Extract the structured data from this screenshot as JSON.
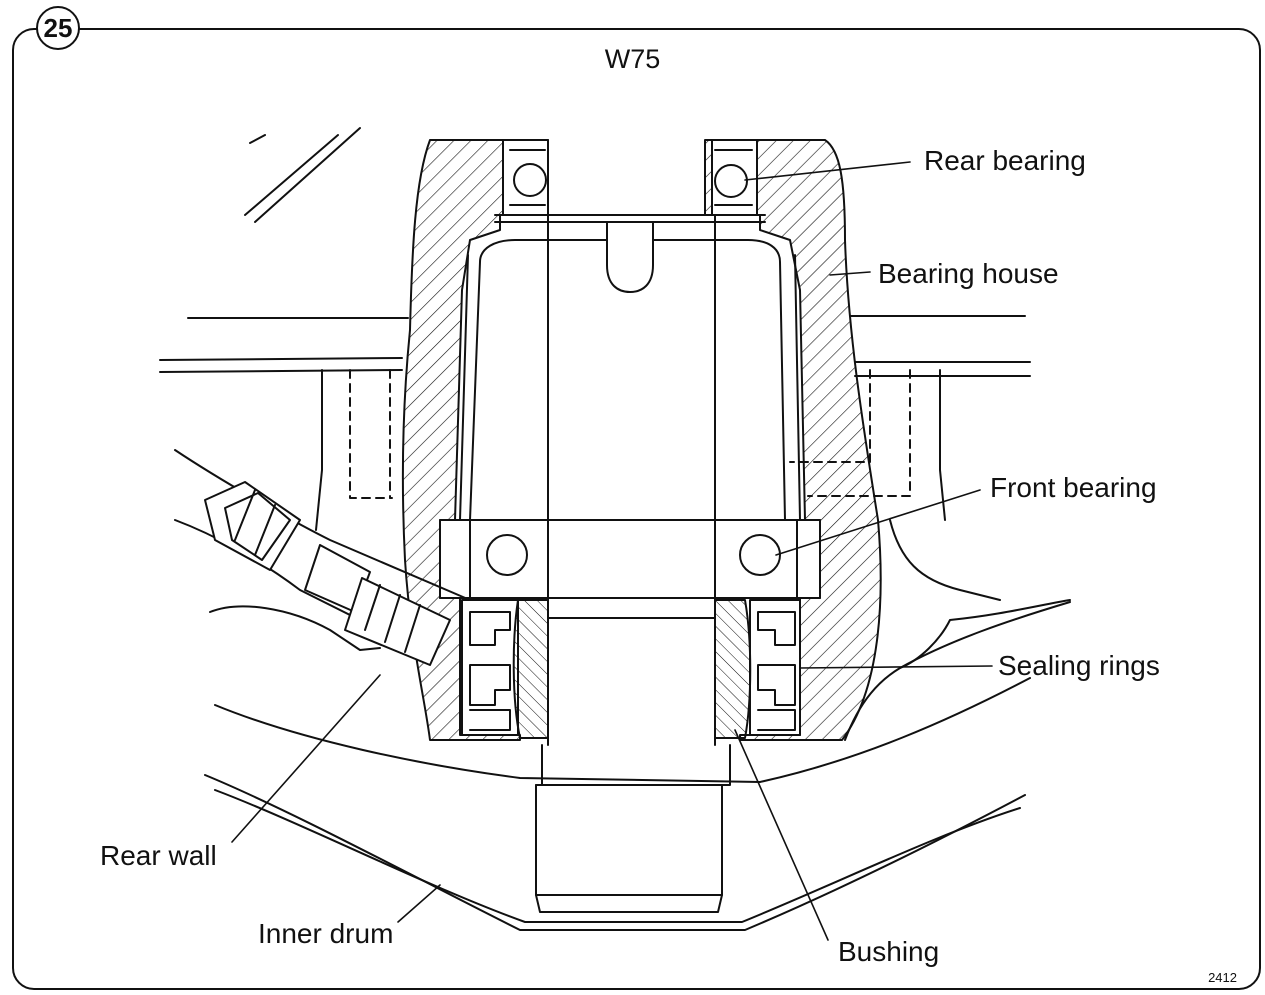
{
  "figure": {
    "number": "25",
    "title": "W75",
    "drawing_number": "2412"
  },
  "labels": {
    "rear_bearing": "Rear bearing",
    "bearing_house": "Bearing house",
    "front_bearing": "Front bearing",
    "sealing_rings": "Sealing rings",
    "rear_wall": "Rear wall",
    "inner_drum": "Inner drum",
    "bushing": "Bushing"
  }
}
